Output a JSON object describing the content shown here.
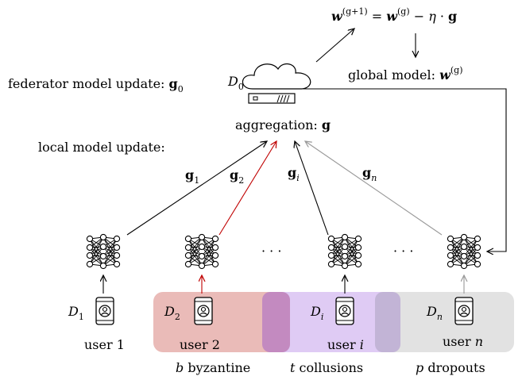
{
  "formula": {
    "w_sym": "w",
    "sup_next": "(g+1)",
    "eq": " = ",
    "w_sym2": "w",
    "sup_cur": "(g)",
    "minus": " − ",
    "eta": "η",
    "dot": " · ",
    "g": "g"
  },
  "federator": {
    "label": "federator model update: ",
    "g0_sym": "g",
    "g0_sub": "0",
    "server_sym": "D",
    "server_sub": "0",
    "global_model_label": "global model: ",
    "global_w": "w",
    "global_sup": "(g)"
  },
  "aggregation": {
    "label": "aggregation: ",
    "g": "g",
    "color": "#4e9a06"
  },
  "local_update_label": "local model update:",
  "gradients": [
    {
      "sym": "g",
      "sub": "1",
      "color": "#000000"
    },
    {
      "sym": "g",
      "sub": "2",
      "color": "#c00000"
    },
    {
      "sym": "g",
      "sub": "i",
      "color": "#000000"
    },
    {
      "sym": "g",
      "sub": "n",
      "color": "#999999"
    }
  ],
  "ellipsis": "· · ·",
  "users": [
    {
      "d_sym": "D",
      "d_sub": "1",
      "name": "user ",
      "idx": "1"
    },
    {
      "d_sym": "D",
      "d_sub": "2",
      "name": "user ",
      "idx": "2"
    },
    {
      "d_sym": "D",
      "d_sub": "i",
      "name": "user ",
      "idx": "i"
    },
    {
      "d_sym": "D",
      "d_sub": "n",
      "name": "user ",
      "idx": "n"
    }
  ],
  "groups": [
    {
      "var": "b",
      "label": " byzantine",
      "color": "#c00000",
      "fill": "#e8b4b0"
    },
    {
      "var": "t",
      "label": " collusions",
      "color": "#7a16c8",
      "fill": "#d9c2f2"
    },
    {
      "var": "p",
      "label": " dropouts",
      "color": "#999999",
      "fill": "#e2e2e2"
    }
  ],
  "icons": [
    "cloud-server-icon",
    "neural-network-icon",
    "smartphone-user-icon"
  ]
}
